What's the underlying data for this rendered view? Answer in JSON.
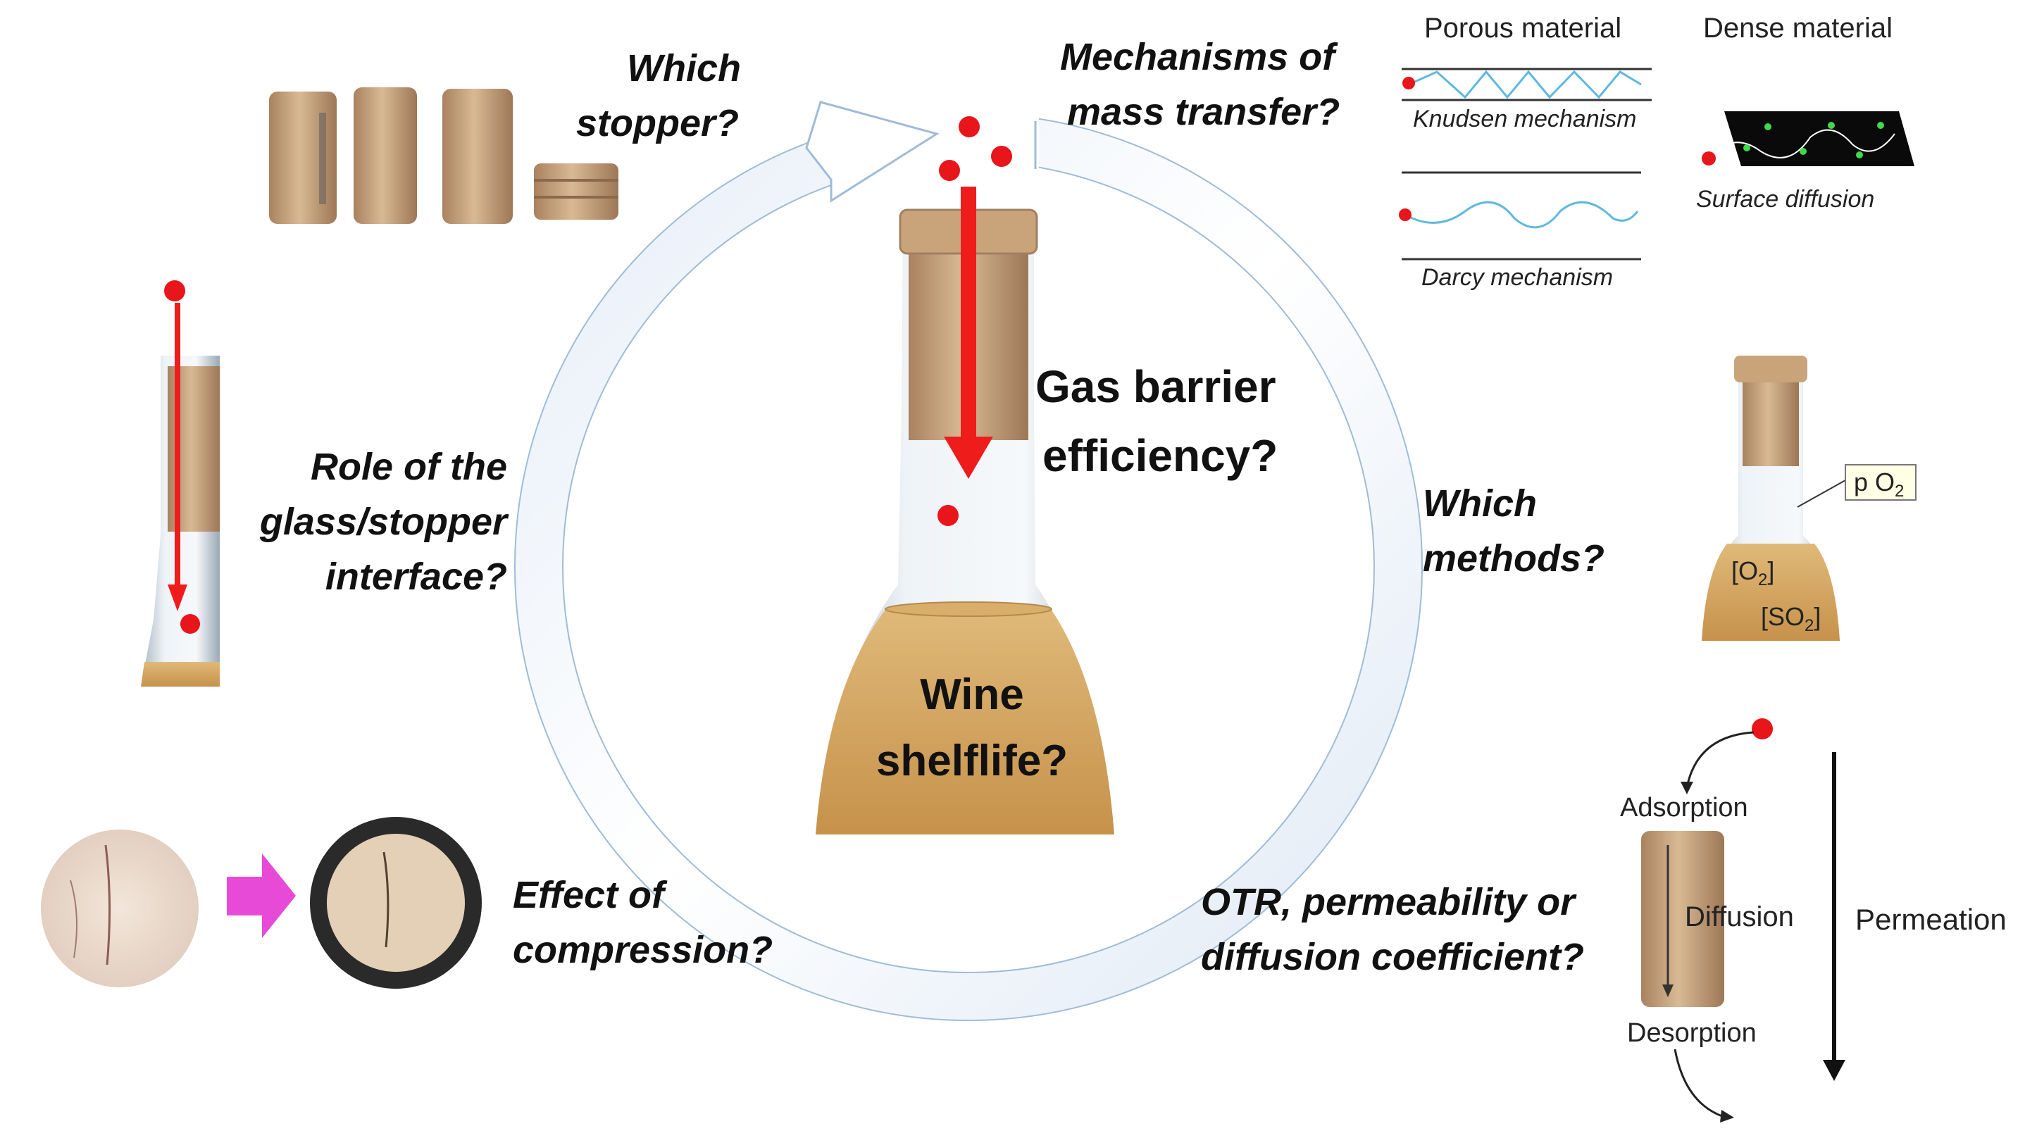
{
  "questions": {
    "which_stopper": [
      "Which",
      "stopper?"
    ],
    "mechanisms": [
      "Mechanisms of",
      "mass transfer?"
    ],
    "gas_barrier": [
      "Gas barrier",
      "efficiency?"
    ],
    "wine_shelflife": [
      "Wine",
      "shelflife?"
    ],
    "role_interface": [
      "Role of the",
      "glass/stopper",
      "interface?"
    ],
    "which_methods": [
      "Which",
      "methods?"
    ],
    "effect_compression": [
      "Effect of",
      "compression?"
    ],
    "otr": [
      "OTR, permeability or",
      "diffusion coefficient?"
    ]
  },
  "materials": {
    "porous_header": "Porous material",
    "dense_header": "Dense material",
    "knudsen": "Knudsen mechanism",
    "darcy": "Darcy mechanism",
    "surface": "Surface diffusion"
  },
  "bottle_small": {
    "po2_label": "p O",
    "po2_sub": "2",
    "o2_label_a": "[O",
    "o2_sub": "2",
    "o2_label_b": "]",
    "so2_label_a": "[SO",
    "so2_sub": "2",
    "so2_label_b": "]"
  },
  "permeation": {
    "adsorption": "Adsorption",
    "diffusion": "Diffusion",
    "desorption": "Desorption",
    "permeation": "Permeation"
  },
  "colors": {
    "oxygen_dot": "#e8151b",
    "arrow_red": "#ef1c1c",
    "ring_fill": "#ffffff",
    "ring_edge": "#9fbcd8",
    "wine": "#c99a4f",
    "cork": "#c8a57f",
    "compression_arrow": "#e84ad8",
    "line_blue": "#5fb8e0"
  }
}
